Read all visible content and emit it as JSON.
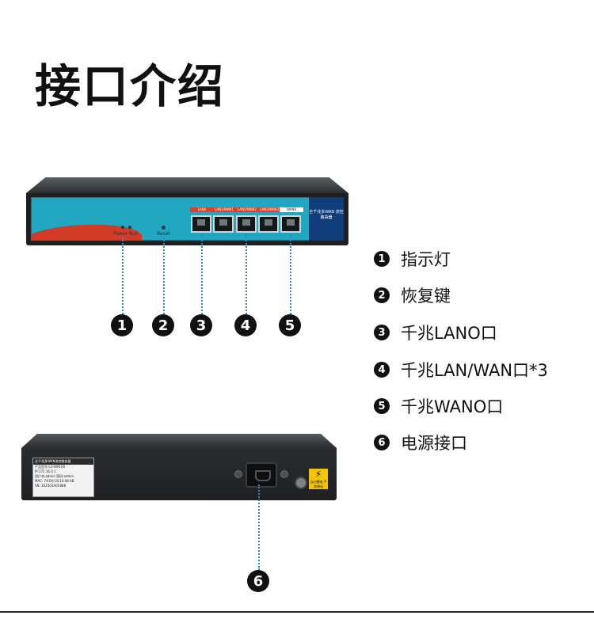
{
  "title": "接口介绍",
  "front_panel": {
    "led_label": "Power  Run",
    "reset_label": "Reset",
    "port_tags": [
      "LAN0",
      "LAN1/WAN1",
      "LAN2/WAN2",
      "LAN3/WAN3",
      "WAN0"
    ],
    "badge_text": "全千兆多WAN 流控路由器"
  },
  "callouts": [
    "❶",
    "❷",
    "❸",
    "❹",
    "❺",
    "❻"
  ],
  "legend": [
    {
      "num": "1",
      "label": "指示灯"
    },
    {
      "num": "2",
      "label": "恢复键"
    },
    {
      "num": "3",
      "label": "千兆LANO口"
    },
    {
      "num": "4",
      "label": "千兆LAN/WAN口*3"
    },
    {
      "num": "5",
      "label": "千兆WANO口"
    },
    {
      "num": "6",
      "label": "电源接口"
    }
  ],
  "rear_panel": {
    "label_title": "全千兆多WAN流控路由器",
    "label_lines": [
      "产品型号:LG-WA100",
      "IP:172.16.0.1",
      "用户名:admin  密码:admin",
      "MAC: 74:EA:C8:10:08:AB",
      "SN: 162301A0C888"
    ],
    "warning_text": "当心触电 严禁带电"
  },
  "colors": {
    "panel_teal": "#21a7bf",
    "accent_red": "#d23c27",
    "leader_blue": "#2f86c7",
    "warning_yellow": "#f5c400"
  }
}
